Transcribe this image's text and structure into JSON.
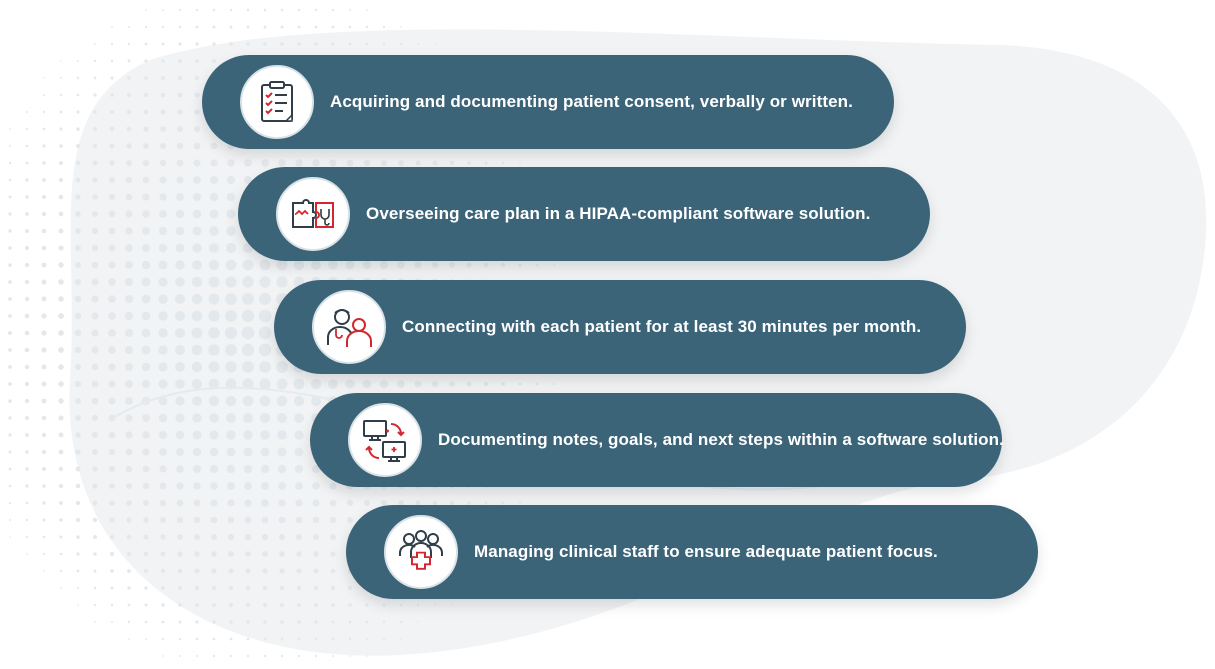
{
  "colors": {
    "card": "#3b6479",
    "icon_dark": "#2f3e48",
    "icon_accent": "#d3272f",
    "background_blob": "#f1f3f5",
    "dots": "#e3e8ec"
  },
  "steps": [
    {
      "label": "Acquiring and documenting patient consent, verbally or written.",
      "icon": "clipboard-checklist-icon"
    },
    {
      "label": "Overseeing care plan in a HIPAA-compliant software solution.",
      "icon": "puzzle-heart-stethoscope-icon"
    },
    {
      "label": "Connecting with each patient for at least 30 minutes per month.",
      "icon": "doctor-patient-icon"
    },
    {
      "label": "Documenting notes, goals, and next steps within a software solution.",
      "icon": "computers-sync-icon"
    },
    {
      "label": "Managing clinical staff to ensure adequate patient focus.",
      "icon": "staff-medical-cross-icon"
    }
  ]
}
